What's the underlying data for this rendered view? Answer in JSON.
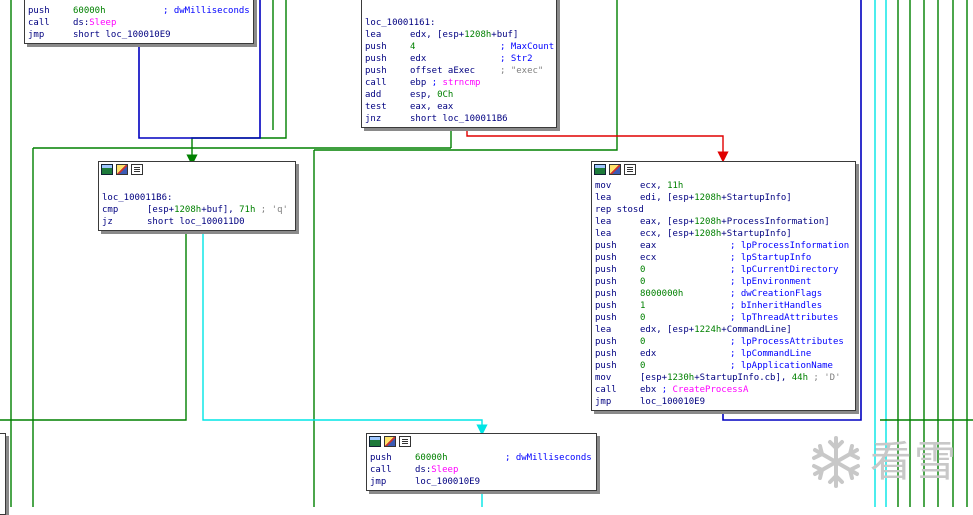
{
  "colors": {
    "edge_green": "#008000",
    "edge_blue": "#0000c0",
    "edge_red": "#e00000",
    "edge_cyan": "#00e5e5",
    "mnemonic": "#000080",
    "immediate": "#008000",
    "import_name": "#ff00ff",
    "comment": "#0000ff",
    "watermark": "#c8c8c8"
  },
  "blocks": {
    "b1": {
      "lines": [
        {
          "m": "push",
          "o": [
            {
              "t": "60000h",
              "c": "num"
            }
          ],
          "cmt": "; dwMilliseconds"
        },
        {
          "m": "call",
          "o": [
            {
              "t": "ds:",
              "c": "op"
            },
            {
              "t": "Sleep",
              "c": "api"
            }
          ]
        },
        {
          "m": "jmp",
          "o": [
            {
              "t": "short loc_100010E9",
              "c": "op"
            }
          ]
        }
      ]
    },
    "b2": {
      "label": "loc_10001161:",
      "lines": [
        {
          "m": "lea",
          "o": [
            {
              "t": "edx, [esp+",
              "c": "op"
            },
            {
              "t": "1208h",
              "c": "num"
            },
            {
              "t": "+buf]",
              "c": "op"
            }
          ]
        },
        {
          "m": "push",
          "o": [
            {
              "t": "4",
              "c": "num"
            }
          ],
          "cmt": "; MaxCount"
        },
        {
          "m": "push",
          "o": [
            {
              "t": "edx",
              "c": "op"
            }
          ],
          "cmt": "; Str2"
        },
        {
          "m": "push",
          "o": [
            {
              "t": "offset aExec",
              "c": "op"
            }
          ],
          "cmt": "; \"exec\"",
          "cmtClass": "cmtgray"
        },
        {
          "m": "call",
          "o": [
            {
              "t": "ebp ",
              "c": "op"
            },
            {
              "t": "; ",
              "c": "cmt"
            },
            {
              "t": "strncmp",
              "c": "api"
            }
          ]
        },
        {
          "m": "add",
          "o": [
            {
              "t": "esp, ",
              "c": "op"
            },
            {
              "t": "0Ch",
              "c": "num"
            }
          ]
        },
        {
          "m": "test",
          "o": [
            {
              "t": "eax, eax",
              "c": "op"
            }
          ]
        },
        {
          "m": "jnz",
          "o": [
            {
              "t": "short loc_100011B6",
              "c": "op"
            }
          ]
        }
      ]
    },
    "b3": {
      "label": "loc_100011B6:",
      "lines": [
        {
          "m": "cmp",
          "o": [
            {
              "t": "[esp+",
              "c": "op"
            },
            {
              "t": "1208h",
              "c": "num"
            },
            {
              "t": "+buf], ",
              "c": "op"
            },
            {
              "t": "71h",
              "c": "num"
            },
            {
              "t": " ; 'q'",
              "c": "cmtgray"
            }
          ]
        },
        {
          "m": "jz",
          "o": [
            {
              "t": "short loc_100011D0",
              "c": "op"
            }
          ]
        }
      ]
    },
    "b4": {
      "lines": [
        {
          "m": "mov",
          "o": [
            {
              "t": "ecx, ",
              "c": "op"
            },
            {
              "t": "11h",
              "c": "num"
            }
          ]
        },
        {
          "m": "lea",
          "o": [
            {
              "t": "edi, [esp+",
              "c": "op"
            },
            {
              "t": "1208h",
              "c": "num"
            },
            {
              "t": "+StartupInfo]",
              "c": "op"
            }
          ]
        },
        {
          "m": "rep stosd",
          "o": []
        },
        {
          "m": "lea",
          "o": [
            {
              "t": "eax, [esp+",
              "c": "op"
            },
            {
              "t": "1208h",
              "c": "num"
            },
            {
              "t": "+ProcessInformation]",
              "c": "op"
            }
          ]
        },
        {
          "m": "lea",
          "o": [
            {
              "t": "ecx, [esp+",
              "c": "op"
            },
            {
              "t": "1208h",
              "c": "num"
            },
            {
              "t": "+StartupInfo]",
              "c": "op"
            }
          ]
        },
        {
          "m": "push",
          "o": [
            {
              "t": "eax",
              "c": "op"
            }
          ],
          "cmt": "; lpProcessInformation"
        },
        {
          "m": "push",
          "o": [
            {
              "t": "ecx",
              "c": "op"
            }
          ],
          "cmt": "; lpStartupInfo"
        },
        {
          "m": "push",
          "o": [
            {
              "t": "0",
              "c": "num"
            }
          ],
          "cmt": "; lpCurrentDirectory"
        },
        {
          "m": "push",
          "o": [
            {
              "t": "0",
              "c": "num"
            }
          ],
          "cmt": "; lpEnvironment"
        },
        {
          "m": "push",
          "o": [
            {
              "t": "8000000h",
              "c": "num"
            }
          ],
          "cmt": "; dwCreationFlags"
        },
        {
          "m": "push",
          "o": [
            {
              "t": "1",
              "c": "num"
            }
          ],
          "cmt": "; bInheritHandles"
        },
        {
          "m": "push",
          "o": [
            {
              "t": "0",
              "c": "num"
            }
          ],
          "cmt": "; lpThreadAttributes"
        },
        {
          "m": "lea",
          "o": [
            {
              "t": "edx, [esp+",
              "c": "op"
            },
            {
              "t": "1224h",
              "c": "num"
            },
            {
              "t": "+CommandLine]",
              "c": "op"
            }
          ]
        },
        {
          "m": "push",
          "o": [
            {
              "t": "0",
              "c": "num"
            }
          ],
          "cmt": "; lpProcessAttributes"
        },
        {
          "m": "push",
          "o": [
            {
              "t": "edx",
              "c": "op"
            }
          ],
          "cmt": "; lpCommandLine"
        },
        {
          "m": "push",
          "o": [
            {
              "t": "0",
              "c": "num"
            }
          ],
          "cmt": "; lpApplicationName"
        },
        {
          "m": "mov",
          "o": [
            {
              "t": "[esp+",
              "c": "op"
            },
            {
              "t": "1230h",
              "c": "num"
            },
            {
              "t": "+StartupInfo.cb], ",
              "c": "op"
            },
            {
              "t": "44h",
              "c": "num"
            },
            {
              "t": " ; 'D'",
              "c": "cmtgray"
            }
          ]
        },
        {
          "m": "call",
          "o": [
            {
              "t": "ebx ",
              "c": "op"
            },
            {
              "t": "; ",
              "c": "cmt"
            },
            {
              "t": "CreateProcessA",
              "c": "api"
            }
          ]
        },
        {
          "m": "jmp",
          "o": [
            {
              "t": "loc_100010E9",
              "c": "op"
            }
          ]
        }
      ]
    },
    "b5": {
      "lines": [
        {
          "m": "push",
          "o": [
            {
              "t": "60000h",
              "c": "num"
            }
          ],
          "cmt": "; dwMilliseconds"
        },
        {
          "m": "call",
          "o": [
            {
              "t": "ds:",
              "c": "op"
            },
            {
              "t": "Sleep",
              "c": "api"
            }
          ]
        },
        {
          "m": "jmp",
          "o": [
            {
              "t": "loc_100010E9",
              "c": "op"
            }
          ]
        }
      ]
    }
  },
  "watermark": {
    "icon": "snowflake-icon",
    "text": "看雪"
  }
}
